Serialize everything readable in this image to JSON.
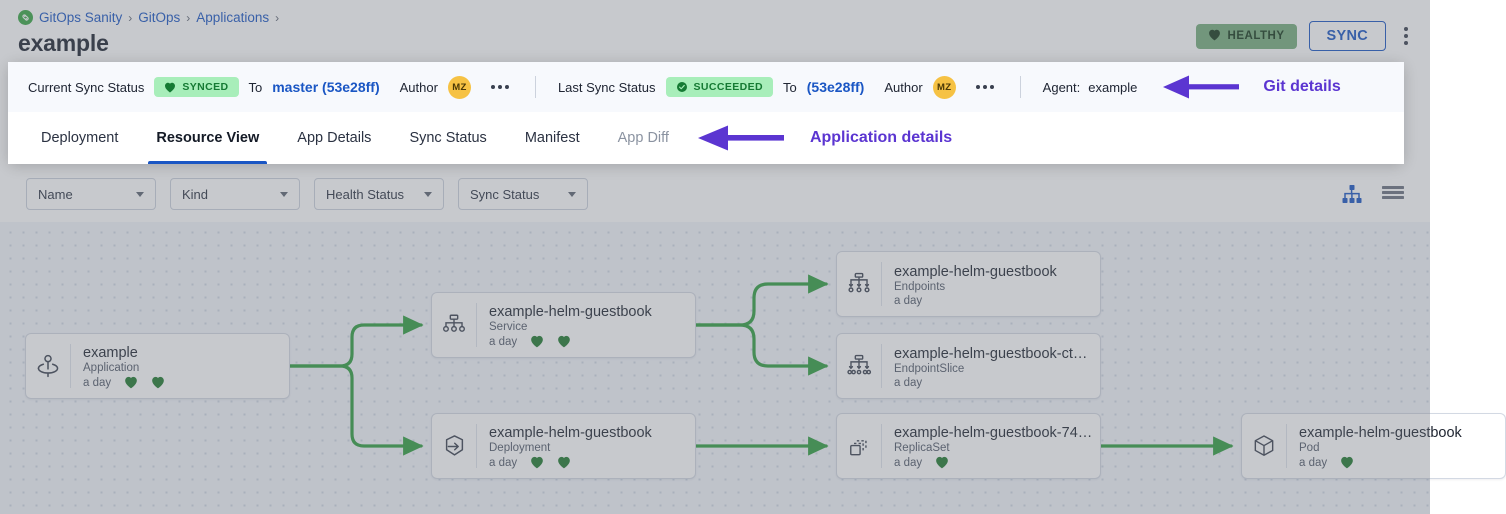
{
  "header": {
    "breadcrumb": [
      {
        "label": "GitOps Sanity",
        "icon": "gitops-logo-icon"
      },
      {
        "label": "GitOps"
      },
      {
        "label": "Applications"
      }
    ],
    "breadcrumb_separator": "›",
    "title": "example",
    "health_badge": {
      "label": "HEALTHY",
      "icon": "heart-icon",
      "bg": "#77ad7c",
      "fg": "#14381a"
    },
    "sync_button": {
      "label": "SYNC",
      "color": "#1a56c4"
    },
    "overflow_menu": "kebab-menu-icon"
  },
  "status_bar": {
    "current_sync": {
      "label": "Current Sync Status",
      "badge": {
        "text": "SYNCED",
        "icon": "heart-icon",
        "bg": "#a8eeba",
        "fg": "#157a33"
      },
      "to_label": "To",
      "revision": "master (53e28ff)",
      "author_label": "Author",
      "author_initials": "MZ",
      "menu": "ellipsis-icon"
    },
    "last_sync": {
      "label": "Last Sync Status",
      "badge": {
        "text": "SUCCEEDED",
        "icon": "check-circle-icon",
        "bg": "#a8eeba",
        "fg": "#157a33"
      },
      "to_label": "To",
      "revision": "(53e28ff)",
      "author_label": "Author",
      "author_initials": "MZ",
      "menu": "ellipsis-icon"
    },
    "agent": {
      "label": "Agent:",
      "value": "example"
    },
    "annotation": {
      "text": "Git details",
      "color": "#5b35d1",
      "arrow": "arrow-left-icon"
    }
  },
  "tabs": {
    "items": [
      {
        "label": "Deployment",
        "active": false,
        "disabled": false
      },
      {
        "label": "Resource View",
        "active": true,
        "disabled": false
      },
      {
        "label": "App Details",
        "active": false,
        "disabled": false
      },
      {
        "label": "Sync Status",
        "active": false,
        "disabled": false
      },
      {
        "label": "Manifest",
        "active": false,
        "disabled": false
      },
      {
        "label": "App Diff",
        "active": false,
        "disabled": true
      }
    ],
    "annotation": {
      "text": "Application details",
      "color": "#5b35d1",
      "arrow": "arrow-left-icon"
    }
  },
  "filters": {
    "selects": [
      {
        "label": "Name"
      },
      {
        "label": "Kind"
      },
      {
        "label": "Health Status"
      },
      {
        "label": "Sync Status"
      }
    ],
    "view_toggles": [
      {
        "name": "tree-view-icon",
        "active": true,
        "color": "#1a56c4"
      },
      {
        "name": "list-view-icon",
        "active": false,
        "color": "#6b7280"
      }
    ]
  },
  "graph": {
    "nodes": [
      {
        "id": "app",
        "name": "example",
        "kind": "Application",
        "age": "a day",
        "icon": "argo-application-icon",
        "hearts": 2
      },
      {
        "id": "svc",
        "name": "example-helm-guestbook",
        "kind": "Service",
        "age": "a day",
        "icon": "service-icon",
        "hearts": 2
      },
      {
        "id": "deploy",
        "name": "example-helm-guestbook",
        "kind": "Deployment",
        "age": "a day",
        "icon": "deployment-icon",
        "hearts": 2
      },
      {
        "id": "ep",
        "name": "example-helm-guestbook",
        "kind": "Endpoints",
        "age": "a day",
        "icon": "endpoints-icon",
        "hearts": 0
      },
      {
        "id": "eps",
        "name": "example-helm-guestbook-ct…",
        "kind": "EndpointSlice",
        "age": "a day",
        "icon": "endpointslice-icon",
        "hearts": 0
      },
      {
        "id": "rs",
        "name": "example-helm-guestbook-74…",
        "kind": "ReplicaSet",
        "age": "a day",
        "icon": "replicaset-icon",
        "hearts": 1
      },
      {
        "id": "pod",
        "name": "example-helm-guestbook",
        "kind": "Pod",
        "age": "a day",
        "icon": "pod-icon",
        "hearts": 1
      }
    ],
    "edges": [
      {
        "from": "app",
        "to": "svc"
      },
      {
        "from": "app",
        "to": "deploy"
      },
      {
        "from": "svc",
        "to": "ep"
      },
      {
        "from": "svc",
        "to": "eps"
      },
      {
        "from": "deploy",
        "to": "rs"
      },
      {
        "from": "rs",
        "to": "pod"
      }
    ],
    "edge_color": "#2f9e3f"
  }
}
